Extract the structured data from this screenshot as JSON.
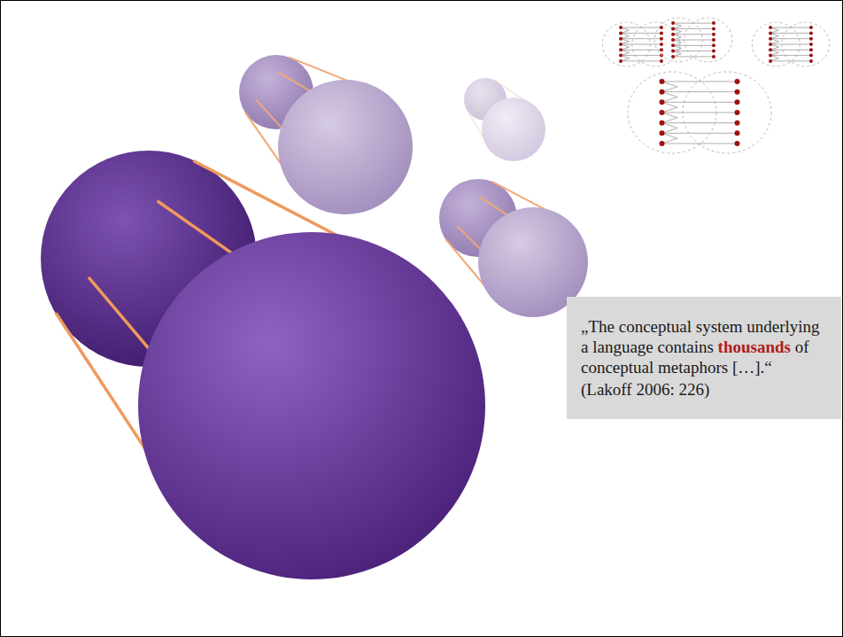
{
  "diagram": {
    "nodes": [
      {
        "text": [
          "„The conceptual system underlying a language contains",
          "thousands",
          "of conceptual metaphors […].“",
          "(Lakoff 2006: 226)"
        ]
      }
    ]
  }
}
